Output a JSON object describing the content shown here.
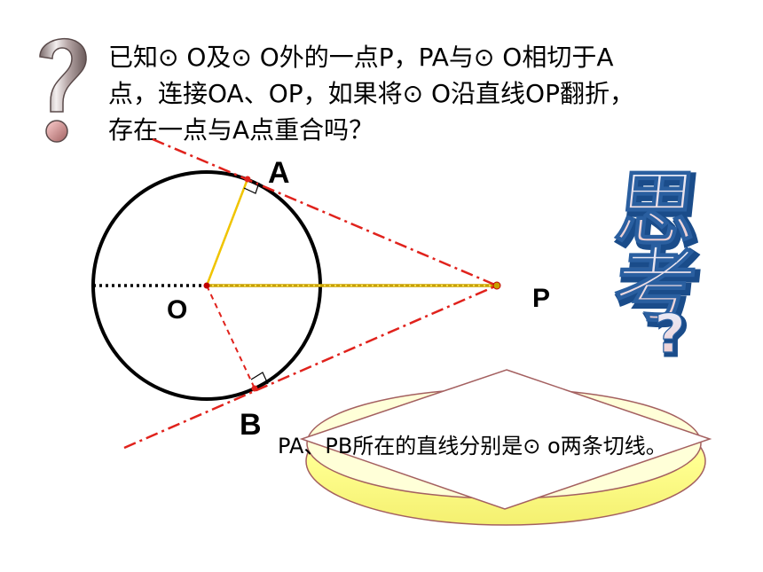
{
  "question": {
    "line1": "已知⊙ O及⊙ O外的一点P，PA与⊙ O相切于A",
    "line2": "点，连接OA、OP，如果将⊙ O沿直线OP翻折，",
    "line3": "存在一点与A点重合吗？"
  },
  "labels": {
    "a": "A",
    "b": "B",
    "o": "O",
    "p": "P"
  },
  "think_banner": [
    "思",
    "考",
    "?"
  ],
  "conclusion": "PA、PB所在的直线分别是⊙ o两条切线。",
  "icons": {
    "question_mark": "question-mark-icon"
  },
  "colors": {
    "tangent_line": "#e0221c",
    "radius_line": "#f0c400",
    "op_line": "#c8a000",
    "think_text": "#2a5fa0",
    "oval_fill": "#ffff88",
    "diamond_fill": "#ffffff"
  }
}
